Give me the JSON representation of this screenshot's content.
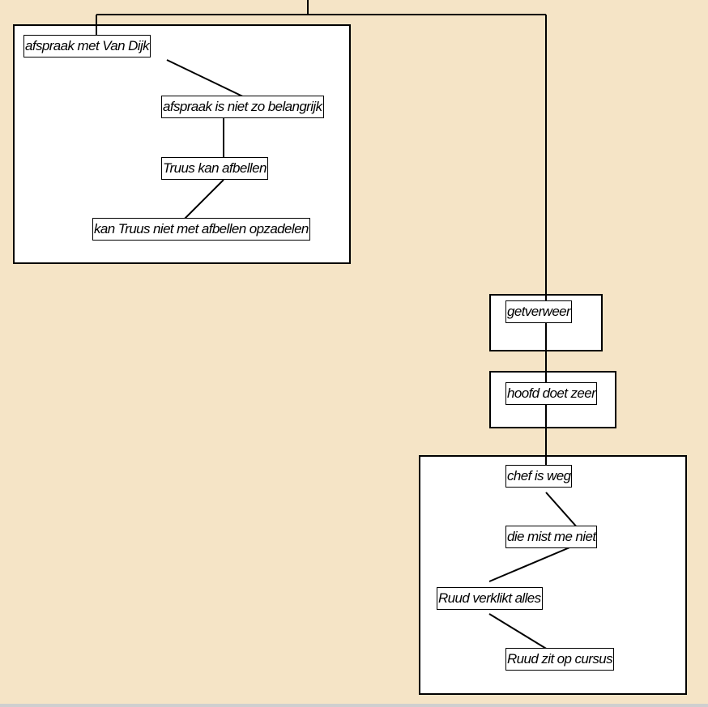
{
  "colors": {
    "background": "#f5e4c6",
    "box": "#ffffff",
    "line": "#000000"
  },
  "nodes": {
    "afspraak_met_van_dijk": "afspraak met Van Dijk",
    "afspraak_niet_belangrijk": "afspraak is niet zo belangrijk",
    "truus_kan_afbellen": "Truus kan afbellen",
    "kan_truus_niet_opzadelen": "kan Truus niet met afbellen opzadelen",
    "getverweer": "getverweer",
    "hoofd_doet_zeer": "hoofd doet zeer",
    "chef_is_weg": "chef is weg",
    "die_mist_me_niet": "die mist me niet",
    "ruud_verklikt_alles": "Ruud verklikt alles",
    "ruud_zit_op_cursus": "Ruud zit op cursus"
  }
}
